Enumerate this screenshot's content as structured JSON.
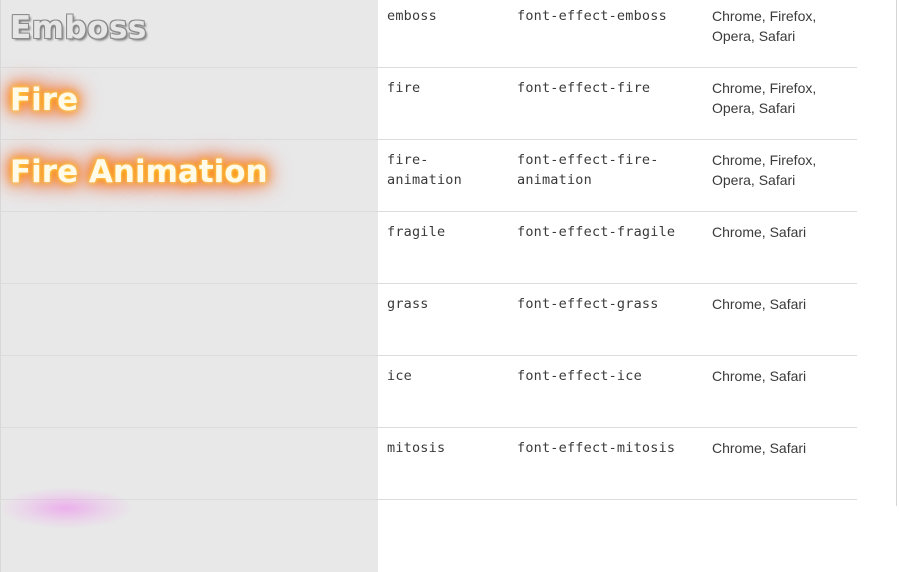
{
  "rows": [
    {
      "demo": "Emboss",
      "name": "emboss",
      "class_name": "font-effect-emboss",
      "support": "Chrome, Firefox, Opera, Safari"
    },
    {
      "demo": "Fire",
      "name": "fire",
      "class_name": "font-effect-fire",
      "support": "Chrome, Firefox, Opera, Safari"
    },
    {
      "demo": "Fire Animation",
      "name": "fire-\nanimation",
      "class_name": "font-effect-fire-\nanimation",
      "support": "Chrome, Firefox, Opera, Safari"
    },
    {
      "demo": "",
      "name": "fragile",
      "class_name": "font-effect-fragile",
      "support": "Chrome, Safari"
    },
    {
      "demo": "",
      "name": "grass",
      "class_name": "font-effect-grass",
      "support": "Chrome, Safari"
    },
    {
      "demo": "",
      "name": "ice",
      "class_name": "font-effect-ice",
      "support": "Chrome, Safari"
    },
    {
      "demo": "",
      "name": "mitosis",
      "class_name": "font-effect-mitosis",
      "support": "Chrome, Safari"
    }
  ],
  "colors": {
    "demo_background": "#e8e8e8",
    "row_divider": "#dcdcdc",
    "fire_glow": "#ff7a00",
    "mitosis_glow": "#ee82ee"
  }
}
